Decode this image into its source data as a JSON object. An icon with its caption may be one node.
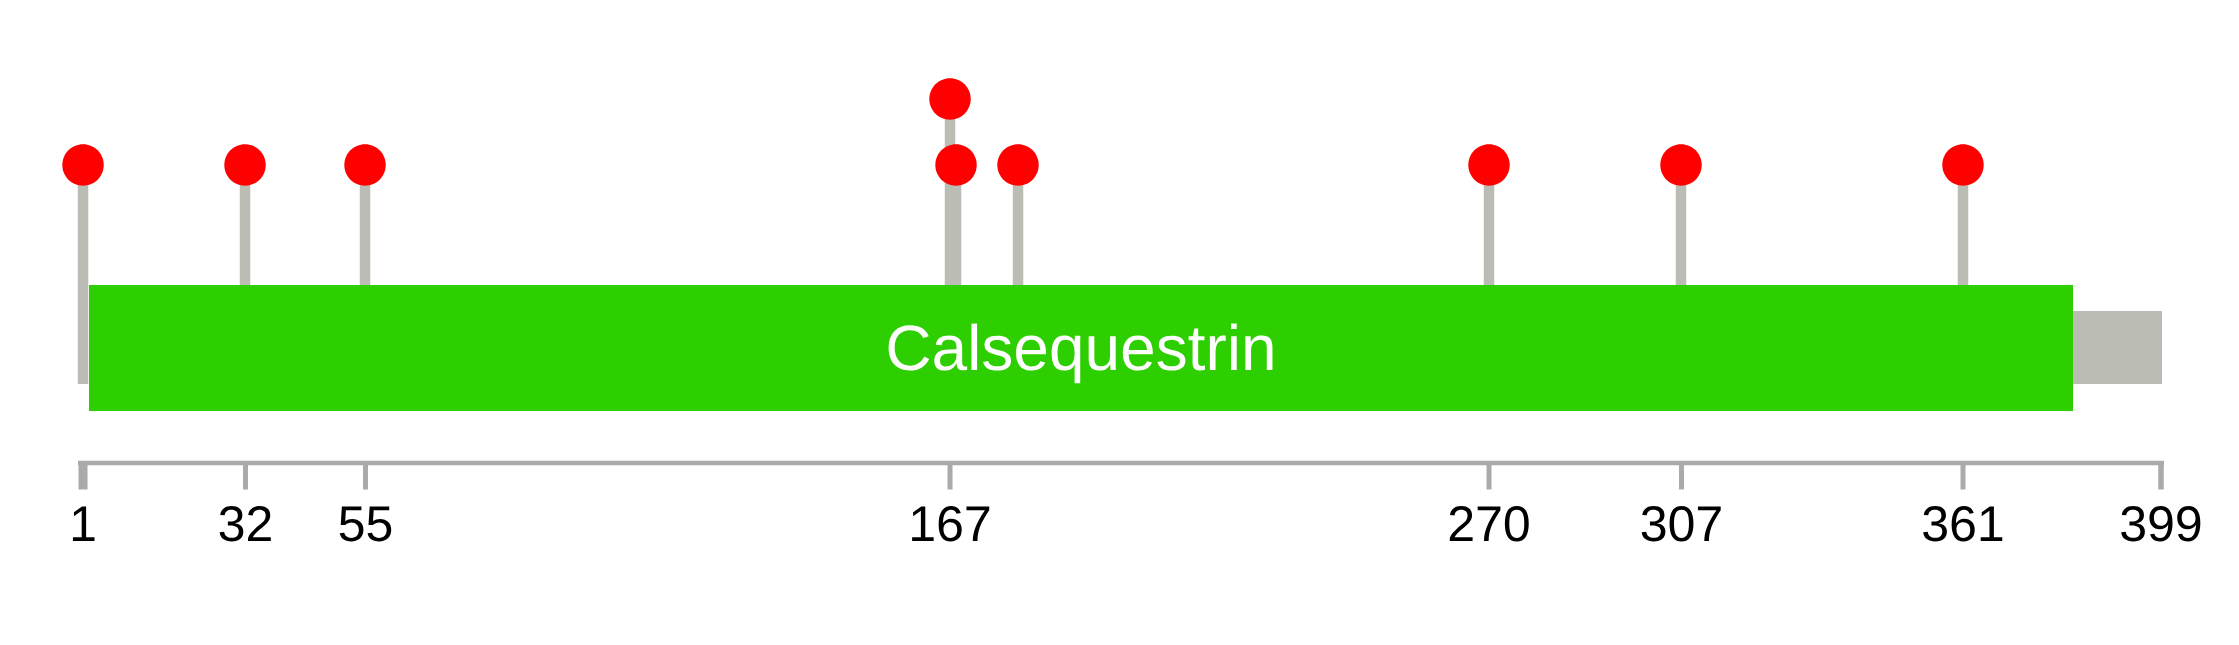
{
  "diagram": {
    "nodes": [
      {
        "text": [
          "Calsequestrin"
        ]
      },
      {
        "text": [],
        "shape": "bar"
      }
    ],
    "labels": [
      "1",
      "32",
      "55",
      "167",
      "270",
      "307",
      "361",
      "399"
    ]
  }
}
